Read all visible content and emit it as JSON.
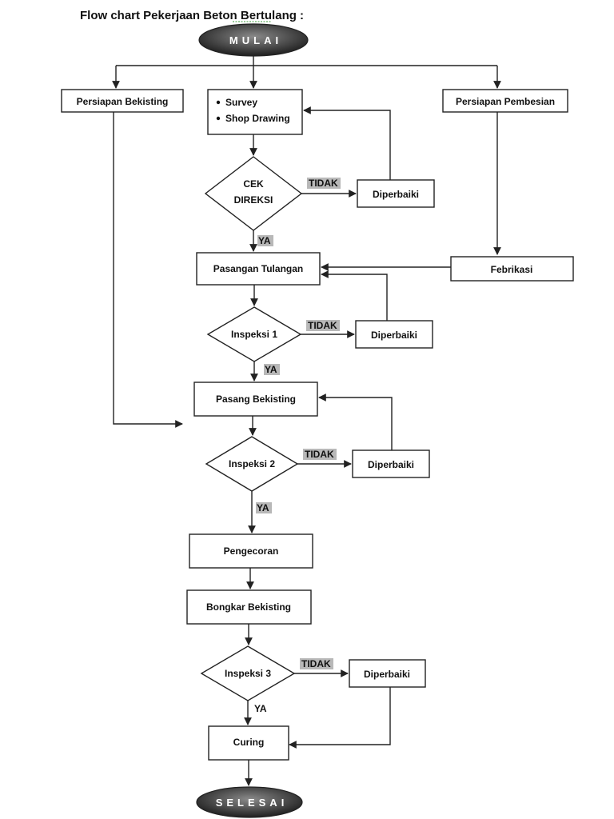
{
  "title": "Flow chart Pekerjaan Beton Bertulang :",
  "start": "MULAI",
  "end": "SELESAI",
  "boxes": {
    "persiapan_bekisting": "Persiapan Bekisting",
    "survey": "Survey",
    "shop_drawing": "Shop Drawing",
    "persiapan_pembesian": "Persiapan Pembesian",
    "pasangan_tulangan": "Pasangan Tulangan",
    "febrikasi": "Febrikasi",
    "pasang_bekisting": "Pasang Bekisting",
    "pengecoran": "Pengecoran",
    "bongkar_bekisting": "Bongkar Bekisting",
    "curing": "Curing",
    "diperbaiki": "Diperbaiki"
  },
  "decisions": {
    "cek_direksi_1": "CEK",
    "cek_direksi_2": "DIREKSI",
    "inspeksi_1": "Inspeksi 1",
    "inspeksi_2": "Inspeksi 2",
    "inspeksi_3": "Inspeksi 3"
  },
  "edges": {
    "yes": "YA",
    "no": "TIDAK"
  }
}
